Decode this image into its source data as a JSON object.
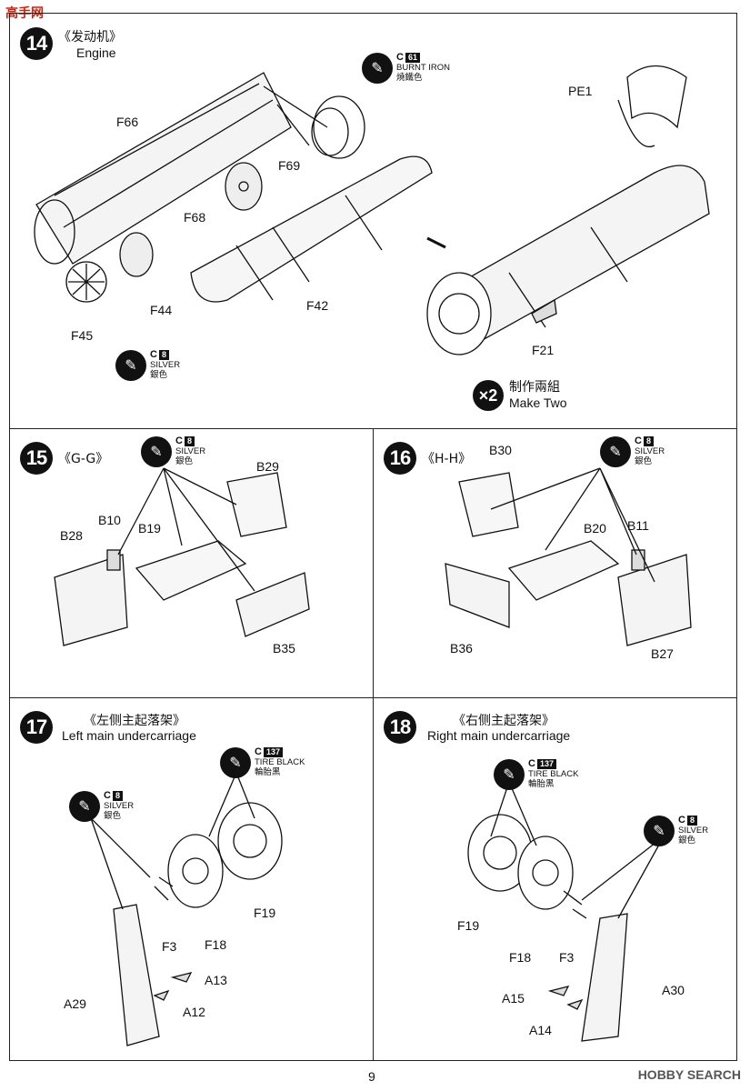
{
  "logo": "高手网",
  "steps": [
    {
      "num": "14",
      "cn": "《发动机》",
      "en": "Engine"
    },
    {
      "num": "15",
      "cn": "《G-G》",
      "en": ""
    },
    {
      "num": "16",
      "cn": "《H-H》",
      "en": ""
    },
    {
      "num": "17",
      "cn": "《左侧主起落架》",
      "en": "Left main undercarriage"
    },
    {
      "num": "18",
      "cn": "《右侧主起落架》",
      "en": "Right main undercarriage"
    }
  ],
  "paints": {
    "burnt_iron": {
      "code": "C",
      "num": "61",
      "en": "BURNT IRON",
      "cn": "燒鐵色"
    },
    "silver": {
      "code": "C",
      "num": "8",
      "en": "SILVER",
      "cn": "銀色"
    },
    "tire_black": {
      "code": "C",
      "num": "137",
      "en": "TIRE BLACK",
      "cn": "輪胎黑"
    }
  },
  "parts14": [
    "F66",
    "F68",
    "F69",
    "F42",
    "F44",
    "F45",
    "PE1",
    "F21"
  ],
  "parts15": [
    "B29",
    "B10",
    "B19",
    "B28",
    "B35"
  ],
  "parts16": [
    "B30",
    "B20",
    "B11",
    "B36",
    "B27"
  ],
  "parts17": [
    "F3",
    "F18",
    "F19",
    "A13",
    "A12",
    "A29"
  ],
  "parts18": [
    "F19",
    "F18",
    "F3",
    "A15",
    "A14",
    "A30"
  ],
  "make_two": {
    "x": "×2",
    "cn": "制作兩組",
    "en": "Make Two"
  },
  "page": "9",
  "watermark": "HOBBY SEARCH",
  "colors": {
    "ink": "#111111",
    "paper": "#ffffff"
  }
}
